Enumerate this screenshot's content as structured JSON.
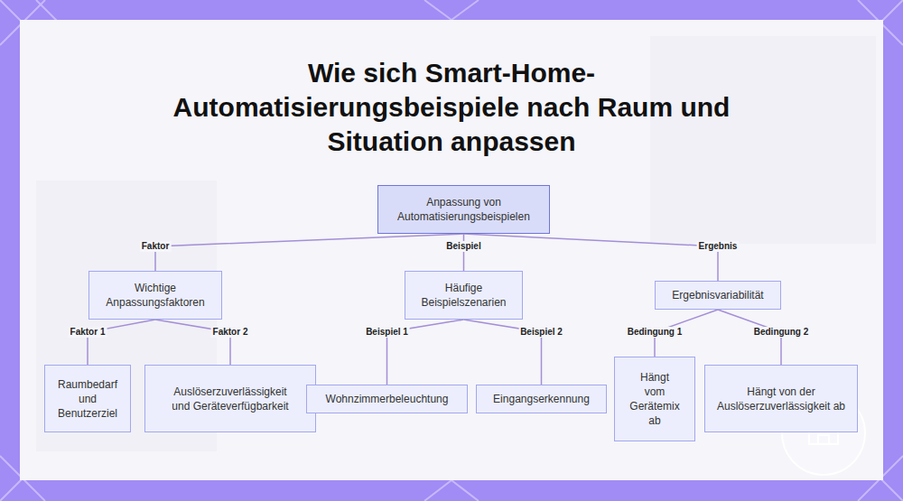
{
  "diagram": {
    "title": "Wie sich Smart-Home-Automatisierungsbeispiele nach Raum und Situation anpassen",
    "nodes": [
      {
        "text": [
          "Anpassung von Automatisierungsbeispielen"
        ]
      },
      {
        "text": [
          "Wichtige Anpassungsfaktoren"
        ]
      },
      {
        "text": [
          "Häufige Beispielszenarien"
        ]
      },
      {
        "text": [
          "Ergebnisvariabilität"
        ]
      },
      {
        "text": [
          "Raumbedarf und Benutzerziel"
        ]
      },
      {
        "text": [
          "Auslöserzuverlässigkeit und Geräteverfügbarkeit"
        ]
      },
      {
        "text": [
          "Wohnzimmerbeleuchtung"
        ]
      },
      {
        "text": [
          "Eingangserkennung"
        ]
      },
      {
        "text": [
          "Hängt vom Gerätemix ab"
        ]
      },
      {
        "text": [
          "Hängt von der Auslöserzuverlässigkeit ab"
        ]
      }
    ],
    "edges": [
      {
        "from": 0,
        "to": 1,
        "label": "Faktor",
        "arrow": "none"
      },
      {
        "from": 0,
        "to": 2,
        "label": "Beispiel",
        "arrow": "none"
      },
      {
        "from": 0,
        "to": 3,
        "label": "Ergebnis",
        "arrow": "none"
      },
      {
        "from": 1,
        "to": 4,
        "label": "Faktor 1",
        "arrow": "none"
      },
      {
        "from": 1,
        "to": 5,
        "label": "Faktor 2",
        "arrow": "none"
      },
      {
        "from": 2,
        "to": 6,
        "label": "Beispiel 1",
        "arrow": "none"
      },
      {
        "from": 2,
        "to": 7,
        "label": "Beispiel 2",
        "arrow": "none"
      },
      {
        "from": 3,
        "to": 8,
        "label": "Bedingung 1",
        "arrow": "none"
      },
      {
        "from": 3,
        "to": 9,
        "label": "Bedingung 2",
        "arrow": "none"
      }
    ]
  }
}
